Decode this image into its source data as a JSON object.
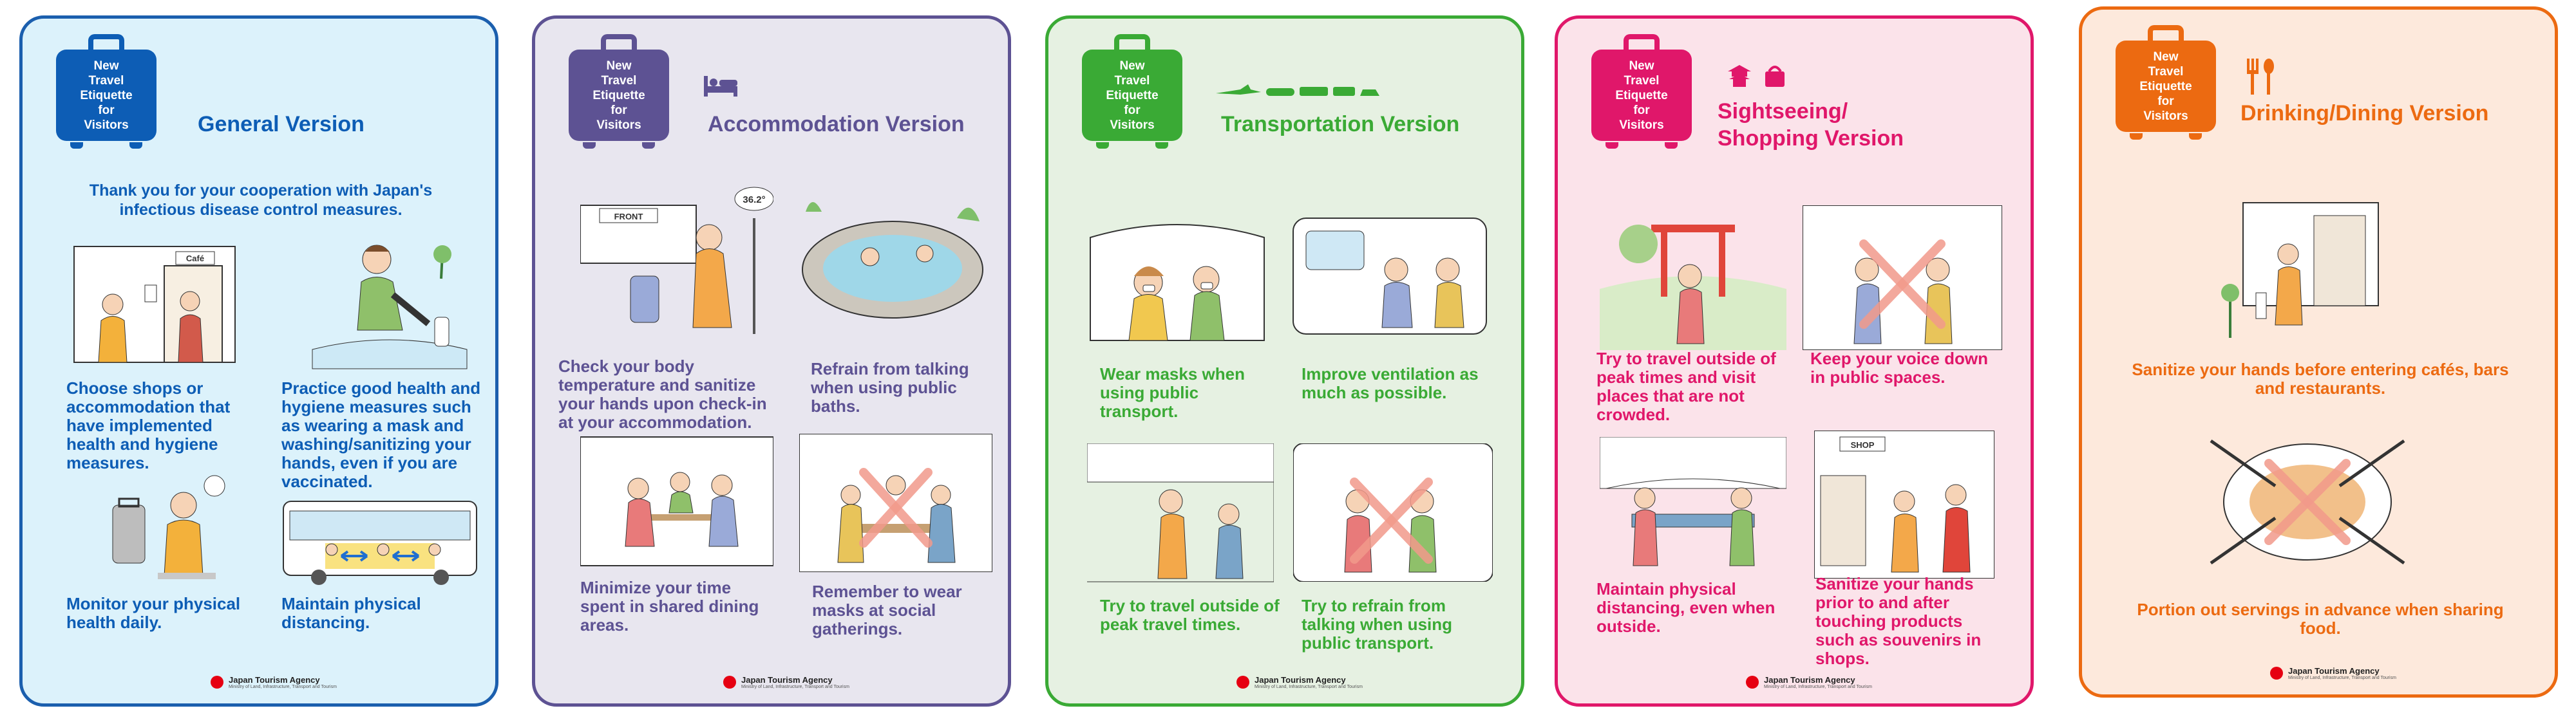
{
  "badge_text": "New\nTravel\nEtiquette\nfor\nVisitors",
  "footer_logo": "Japan Tourism Agency",
  "footer_sub": "Ministry of Land, Infrastructure, Transport and Tourism",
  "colors": {
    "general": {
      "accent": "#0d5db5",
      "bg": "#dcf2fb"
    },
    "accommodation": {
      "accent": "#5d5293",
      "bg": "#e8e6ef"
    },
    "transportation": {
      "accent": "#3aaa35",
      "bg": "#e6f1e2"
    },
    "sightseeing": {
      "accent": "#e0176a",
      "bg": "#fbe3ea"
    },
    "dining": {
      "accent": "#ec6a11",
      "bg": "#fde9dc"
    }
  },
  "general": {
    "title": "General Version",
    "intro": "Thank you for your cooperation with Japan's infectious disease control measures.",
    "items": [
      "Choose shops or accommodation that have implemented health and hygiene measures.",
      "Practice good health and hygiene measures such as wearing a mask and washing/sanitizing your hands, even if you are vaccinated.",
      "Monitor your physical health daily.",
      "Maintain physical distancing."
    ],
    "sign_cafe": "Café"
  },
  "accommodation": {
    "title": "Accommodation Version",
    "icon": "bed-icon",
    "items": [
      "Check your body temperature and sanitize your hands upon check-in at your accommodation.",
      "Refrain from talking when using public baths.",
      "Minimize your time spent in shared dining areas.",
      "Remember to wear masks at social gatherings."
    ],
    "sign_front": "FRONT",
    "thermo_reading": "36.2°"
  },
  "transportation": {
    "title": "Transportation Version",
    "icon": "vehicles-icon",
    "items": [
      "Wear masks when using public transport.",
      "Improve ventilation as much as possible.",
      "Try to travel outside of peak travel times.",
      "Try to refrain from talking when using public transport."
    ]
  },
  "sightseeing": {
    "title_line1": "Sightseeing/",
    "title_line2": "Shopping Version",
    "icon": "temple-and-bag-icon",
    "items": [
      "Try to travel outside of peak times and visit places that are not crowded.",
      "Keep your voice down in public spaces.",
      "Maintain physical distancing, even when outside.",
      "Sanitize your hands prior to and after touching products such as souvenirs in shops."
    ],
    "sign_shop": "SHOP"
  },
  "dining": {
    "title": "Drinking/Dining Version",
    "icon": "fork-spoon-icon",
    "items": [
      "Sanitize your hands before entering cafés, bars and restaurants.",
      "Portion out servings in advance when sharing food."
    ]
  }
}
